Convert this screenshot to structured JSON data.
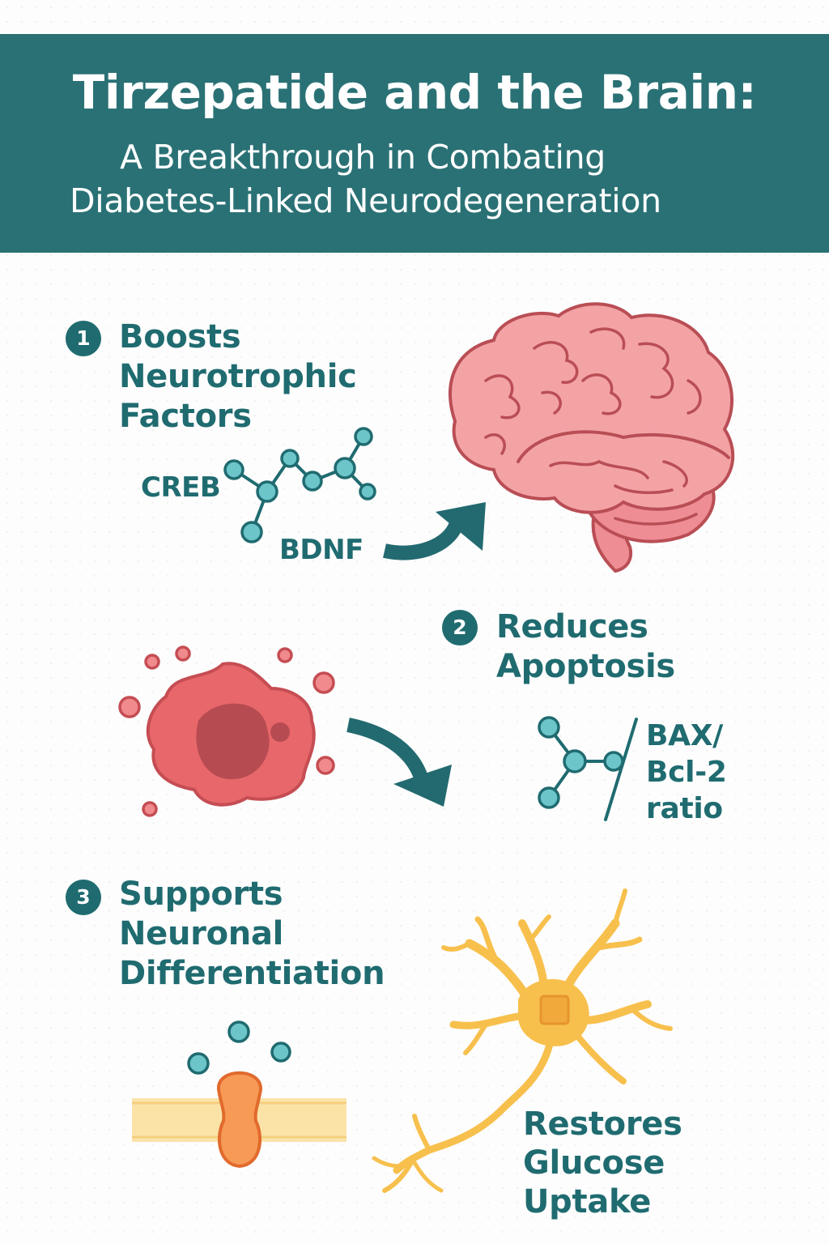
{
  "header": {
    "title": "Tirzepatide and the Brain:",
    "subtitle_line1": "A Breakthrough in Combating",
    "subtitle_line2": "Diabetes-Linked Neurodegeneration"
  },
  "sections": [
    {
      "number": "1",
      "heading_lines": [
        "Boosts",
        "Neurotrophic",
        "Factors"
      ],
      "labels": [
        "CREB",
        "BDNF"
      ]
    },
    {
      "number": "2",
      "heading_lines": [
        "Reduces",
        "Apoptosis"
      ],
      "label_lines": [
        "BAX/",
        "Bcl-2",
        "ratio"
      ]
    },
    {
      "number": "3",
      "heading_lines": [
        "Supports",
        "Neuronal",
        "Differentiation"
      ],
      "outcome_lines": [
        "Restores",
        "Glucose",
        "Uptake"
      ]
    }
  ],
  "colors": {
    "header_bg": "#2a7175",
    "teal_text": "#1f6b70",
    "molecule_node": "#6cc5c9",
    "brain_fill": "#f4a3a5",
    "brain_stroke": "#b94e55",
    "cell_fill": "#e8676a",
    "neuron_fill": "#f7c04d",
    "membrane_fill": "#fbe3a8",
    "channel_fill": "#f79a56"
  },
  "icons": [
    "brain-icon",
    "apoptotic-cell-icon",
    "neuron-icon",
    "membrane-channel-icon",
    "molecule-icon",
    "curved-arrow-icon"
  ]
}
